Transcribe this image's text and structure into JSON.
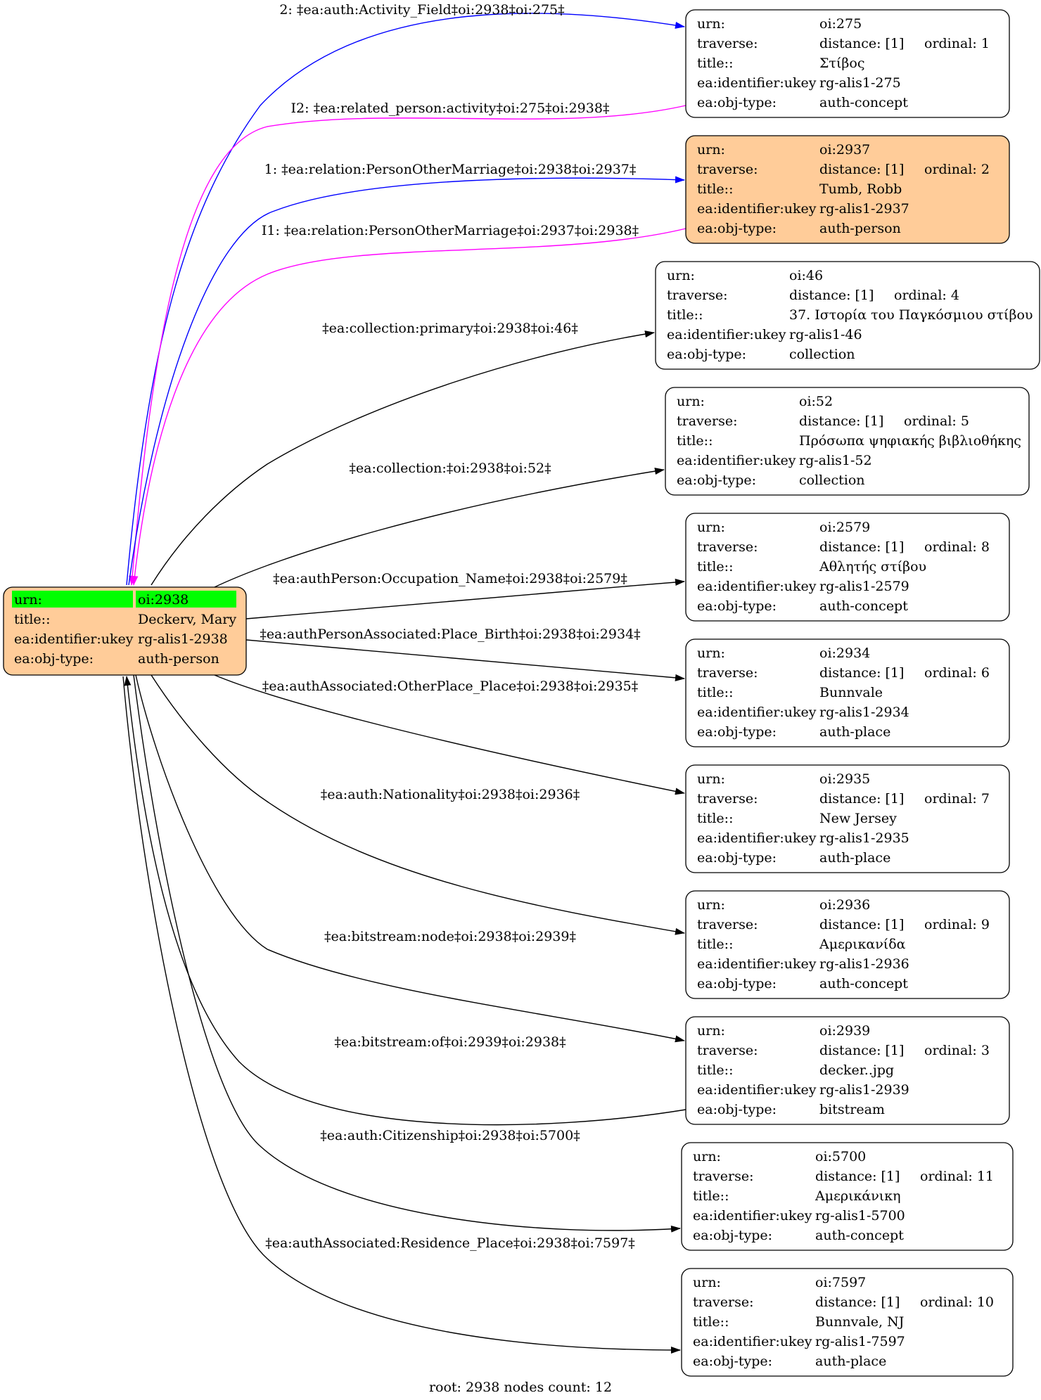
{
  "root": {
    "urn_key": "urn:",
    "urn": "oi:2938",
    "title_key": "title::",
    "title": "Deckerv, Mary",
    "ukey_key": "ea:identifier:ukey",
    "ukey": "rg-alis1-2938",
    "type_key": "ea:obj-type:",
    "type": "auth-person"
  },
  "nodes": [
    {
      "urn": "oi:275",
      "distance": "distance: [1]",
      "ordinal": "ordinal: 1",
      "title": "Στίβος",
      "ukey": "rg-alis1-275",
      "type": "auth-concept",
      "highlight": false
    },
    {
      "urn": "oi:2937",
      "distance": "distance: [1]",
      "ordinal": "ordinal: 2",
      "title": "Tumb, Robb",
      "ukey": "rg-alis1-2937",
      "type": "auth-person",
      "highlight": true
    },
    {
      "urn": "oi:46",
      "distance": "distance: [1]",
      "ordinal": "ordinal: 4",
      "title": "37. Ιστορία του Παγκόσμιου στίβου",
      "ukey": "rg-alis1-46",
      "type": "collection",
      "highlight": false
    },
    {
      "urn": "oi:52",
      "distance": "distance: [1]",
      "ordinal": "ordinal: 5",
      "title": "Πρόσωπα ψηφιακής βιβλιοθήκης",
      "ukey": "rg-alis1-52",
      "type": "collection",
      "highlight": false
    },
    {
      "urn": "oi:2579",
      "distance": "distance: [1]",
      "ordinal": "ordinal: 8",
      "title": "Αθλητής στίβου",
      "ukey": "rg-alis1-2579",
      "type": "auth-concept",
      "highlight": false
    },
    {
      "urn": "oi:2934",
      "distance": "distance: [1]",
      "ordinal": "ordinal: 6",
      "title": "Bunnvale",
      "ukey": "rg-alis1-2934",
      "type": "auth-place",
      "highlight": false
    },
    {
      "urn": "oi:2935",
      "distance": "distance: [1]",
      "ordinal": "ordinal: 7",
      "title": "New Jersey",
      "ukey": "rg-alis1-2935",
      "type": "auth-place",
      "highlight": false
    },
    {
      "urn": "oi:2936",
      "distance": "distance: [1]",
      "ordinal": "ordinal: 9",
      "title": "Αμερικανίδα",
      "ukey": "rg-alis1-2936",
      "type": "auth-concept",
      "highlight": false
    },
    {
      "urn": "oi:2939",
      "distance": "distance: [1]",
      "ordinal": "ordinal: 3",
      "title": "decker..jpg",
      "ukey": "rg-alis1-2939",
      "type": "bitstream",
      "highlight": false
    },
    {
      "urn": "oi:5700",
      "distance": "distance: [1]",
      "ordinal": "ordinal: 11",
      "title": "Αμερικάνικη",
      "ukey": "rg-alis1-5700",
      "type": "auth-concept",
      "highlight": false
    },
    {
      "urn": "oi:7597",
      "distance": "distance: [1]",
      "ordinal": "ordinal: 10",
      "title": "Bunnvale, NJ",
      "ukey": "rg-alis1-7597",
      "type": "auth-place",
      "highlight": false
    }
  ],
  "node_keys": {
    "urn": "urn:",
    "traverse": "traverse:",
    "title": "title::",
    "ukey": "ea:identifier:ukey",
    "type": "ea:obj-type:"
  },
  "edges": [
    {
      "label": "2: ‡ea:auth:Activity_Field‡oi:2938‡oi:275‡",
      "color": "#0000ff"
    },
    {
      "label": "I2: ‡ea:related_person:activity‡oi:275‡oi:2938‡",
      "color": "#ff00ff"
    },
    {
      "label": "1: ‡ea:relation:PersonOtherMarriage‡oi:2938‡oi:2937‡",
      "color": "#0000ff"
    },
    {
      "label": "I1: ‡ea:relation:PersonOtherMarriage‡oi:2937‡oi:2938‡",
      "color": "#ff00ff"
    },
    {
      "label": "‡ea:collection:primary‡oi:2938‡oi:46‡",
      "color": "#000000"
    },
    {
      "label": "‡ea:collection:‡oi:2938‡oi:52‡",
      "color": "#000000"
    },
    {
      "label": "‡ea:authPerson:Occupation_Name‡oi:2938‡oi:2579‡",
      "color": "#000000"
    },
    {
      "label": "‡ea:authPersonAssociated:Place_Birth‡oi:2938‡oi:2934‡",
      "color": "#000000"
    },
    {
      "label": "‡ea:authAssociated:OtherPlace_Place‡oi:2938‡oi:2935‡",
      "color": "#000000"
    },
    {
      "label": "‡ea:auth:Nationality‡oi:2938‡oi:2936‡",
      "color": "#000000"
    },
    {
      "label": "‡ea:bitstream:node‡oi:2938‡oi:2939‡",
      "color": "#000000"
    },
    {
      "label": "‡ea:bitstream:of‡oi:2939‡oi:2938‡",
      "color": "#000000"
    },
    {
      "label": "‡ea:auth:Citizenship‡oi:2938‡oi:5700‡",
      "color": "#000000"
    },
    {
      "label": "‡ea:authAssociated:Residence_Place‡oi:2938‡oi:7597‡",
      "color": "#000000"
    }
  ],
  "footer": "root: 2938 nodes count: 12",
  "colors": {
    "root_fill": "#ffcc99",
    "root_urn_highlight": "#00ff00",
    "highlight_fill": "#ffcc99",
    "node_fill": "#ffffff",
    "stroke": "#000000",
    "text": "#000000"
  }
}
